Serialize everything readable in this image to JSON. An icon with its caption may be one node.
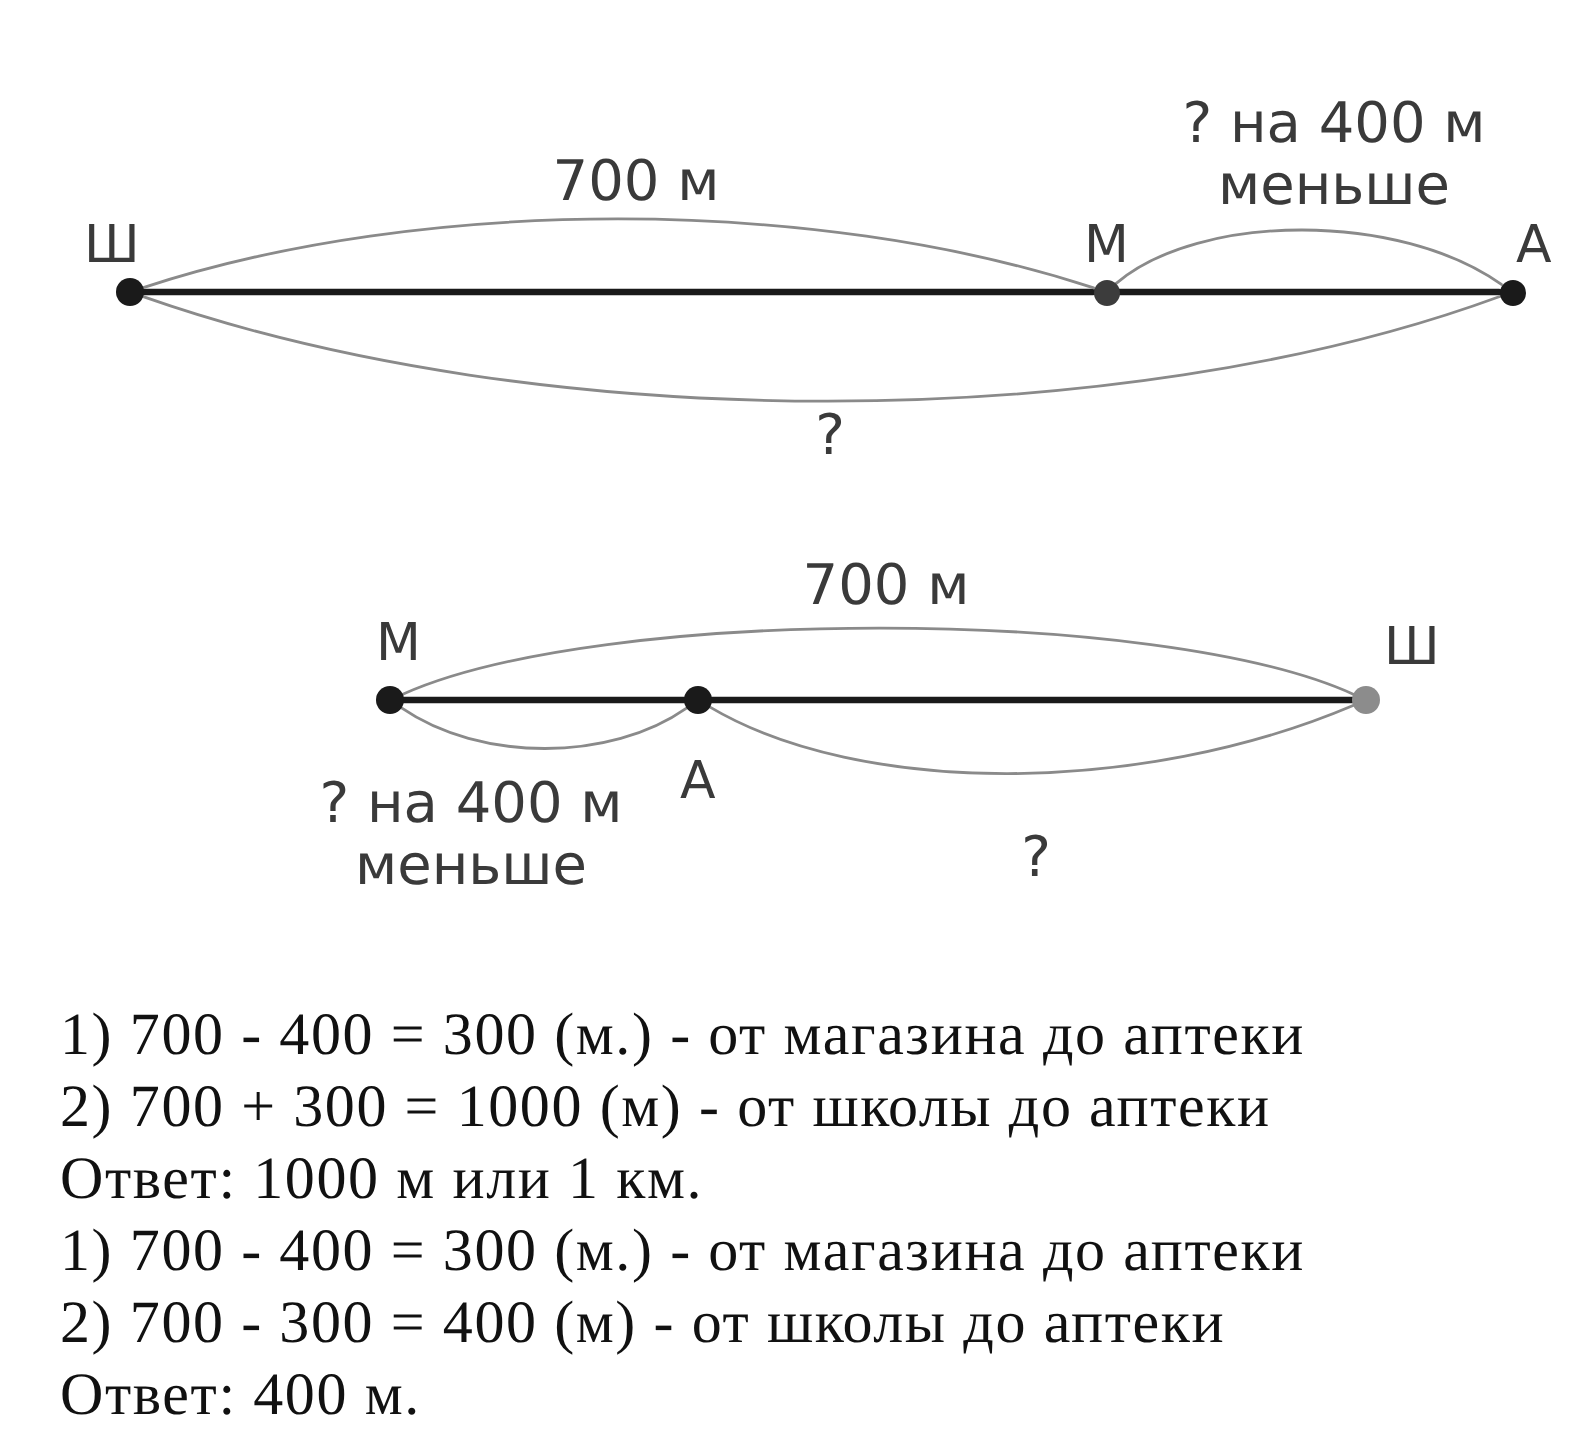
{
  "diagram": {
    "nodes": [
      {
        "text": [],
        "shape": "circle",
        "beside": [
          "Ш"
        ]
      },
      {
        "text": [],
        "shape": "circle",
        "beside": [
          "М"
        ]
      },
      {
        "text": [],
        "shape": "circle",
        "beside": [
          "А"
        ]
      },
      {
        "text": [],
        "shape": "circle",
        "beside": [
          "М"
        ]
      },
      {
        "text": [],
        "shape": "circle",
        "beside": [
          "А"
        ]
      },
      {
        "text": [],
        "shape": "circle",
        "beside": [
          "Ш"
        ]
      }
    ],
    "edges": [
      {
        "from": 0,
        "to": 1,
        "arrow": "none",
        "style": "thick",
        "color": "#1a1a1a"
      },
      {
        "from": 1,
        "to": 2,
        "arrow": "none",
        "style": "thick",
        "color": "#1a1a1a"
      },
      {
        "from": 0,
        "to": 1,
        "arrow": "none",
        "label": "700 м"
      },
      {
        "from": 1,
        "to": 2,
        "arrow": "none",
        "label": "? на 400 м меньше"
      },
      {
        "from": 0,
        "to": 2,
        "arrow": "none",
        "label": "?"
      },
      {
        "from": 3,
        "to": 4,
        "arrow": "none",
        "style": "thick",
        "color": "#1a1a1a"
      },
      {
        "from": 4,
        "to": 5,
        "arrow": "none",
        "style": "thick",
        "color": "#1a1a1a"
      },
      {
        "from": 3,
        "to": 5,
        "arrow": "none",
        "label": "700 м"
      },
      {
        "from": 3,
        "to": 4,
        "arrow": "none",
        "label": "? на 400 м меньше"
      },
      {
        "from": 4,
        "to": 5,
        "arrow": "none",
        "label": "?"
      }
    ],
    "labels": [
      "1) 700 - 400 = 300 (м.) - от магазина до аптеки",
      "2) 700 + 300 = 1000 (м) - от школы до аптеки",
      "Ответ: 1000 м или 1 км.",
      "1) 700 - 400 = 300 (м.) - от магазина до аптеки",
      "2) 700 - 300 = 400 (м) - от школы до аптеки",
      "Ответ: 400 м."
    ]
  }
}
